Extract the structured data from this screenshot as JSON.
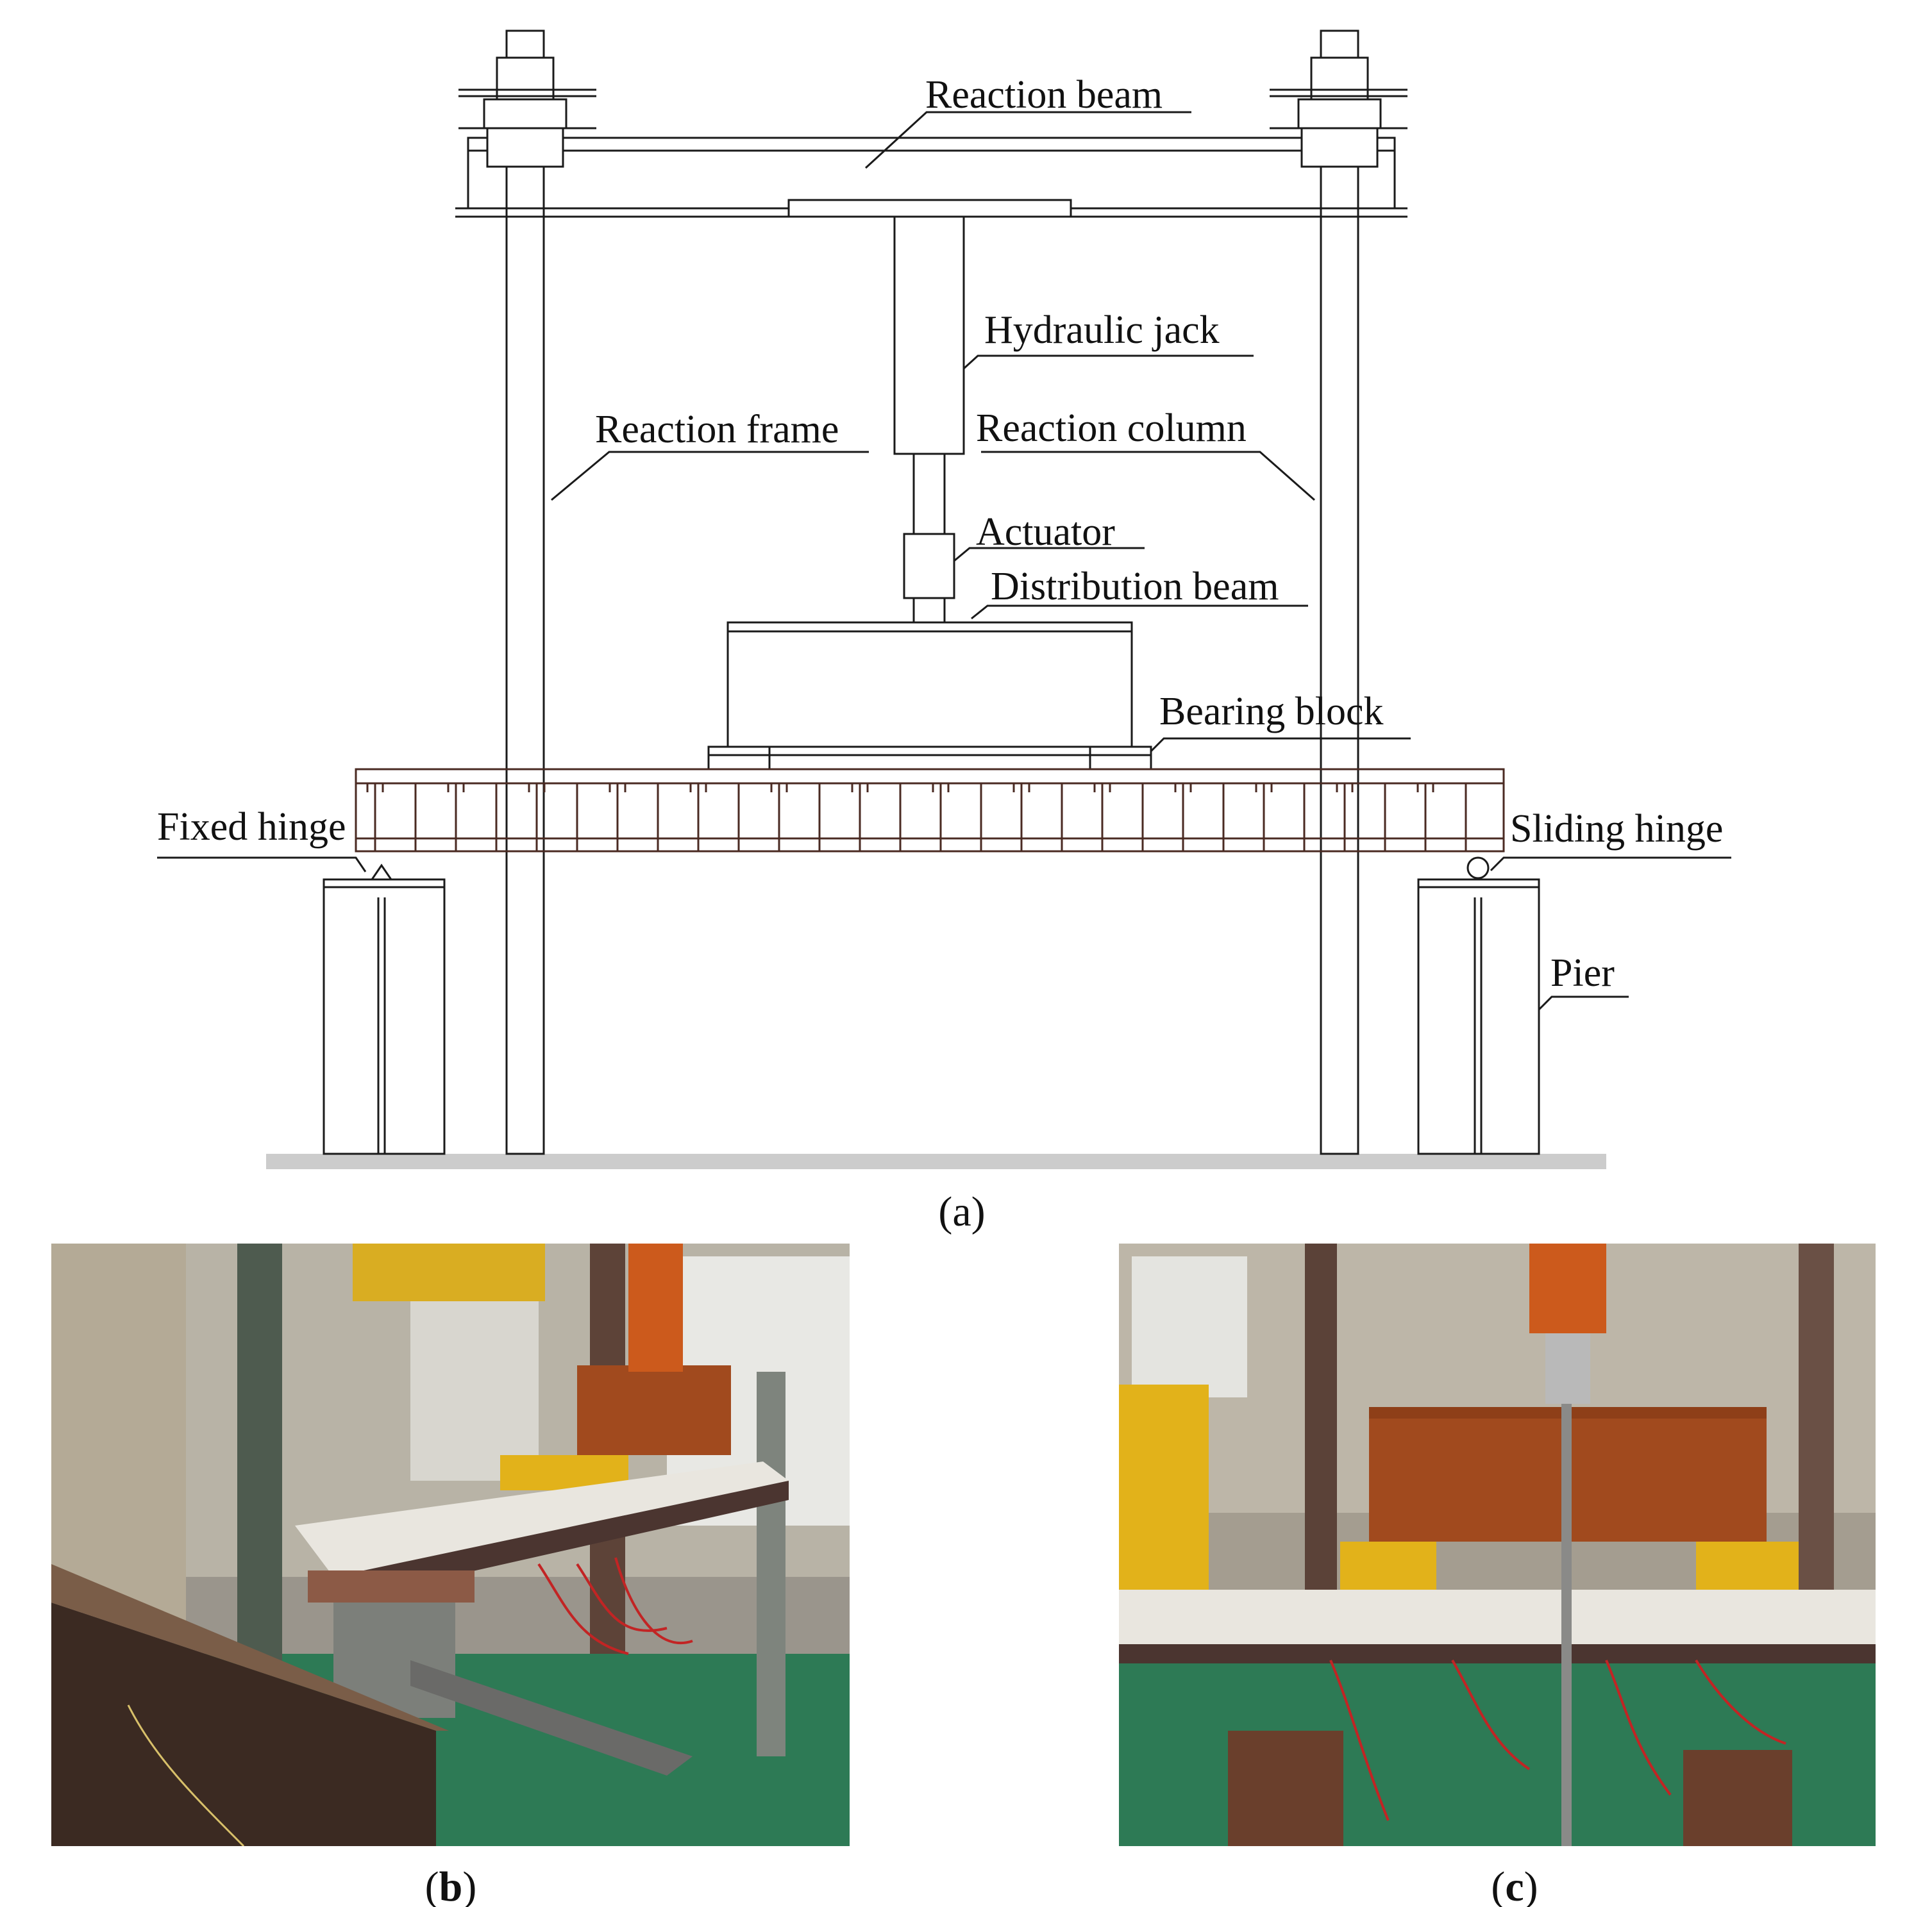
{
  "labels": {
    "reaction_beam": "Reaction beam",
    "hydraulic_jack": "Hydraulic jack",
    "reaction_frame": "Reaction frame",
    "reaction_column": "Reaction column",
    "actuator": "Actuator",
    "distribution_beam": "Distribution beam",
    "bearing_block": "Bearing block",
    "fixed_hinge": "Fixed hinge",
    "sliding_hinge": "Sliding hinge",
    "pier": "Pier"
  },
  "captions": {
    "a": {
      "open": "(",
      "letter": "a",
      "close": ")"
    },
    "b": {
      "open": "(",
      "letter": "b",
      "close": ")"
    },
    "c": {
      "open": "(",
      "letter": "c",
      "close": ")"
    }
  },
  "colors": {
    "drawing_line": "#1a1a1a",
    "girder_line": "#4a2a22",
    "ground": "#cccccc",
    "steel_rust": "#a14a1e",
    "yellow_block": "#e2b21a",
    "concrete_slab": "#e9e6df",
    "floor_green": "#2d7a55"
  }
}
